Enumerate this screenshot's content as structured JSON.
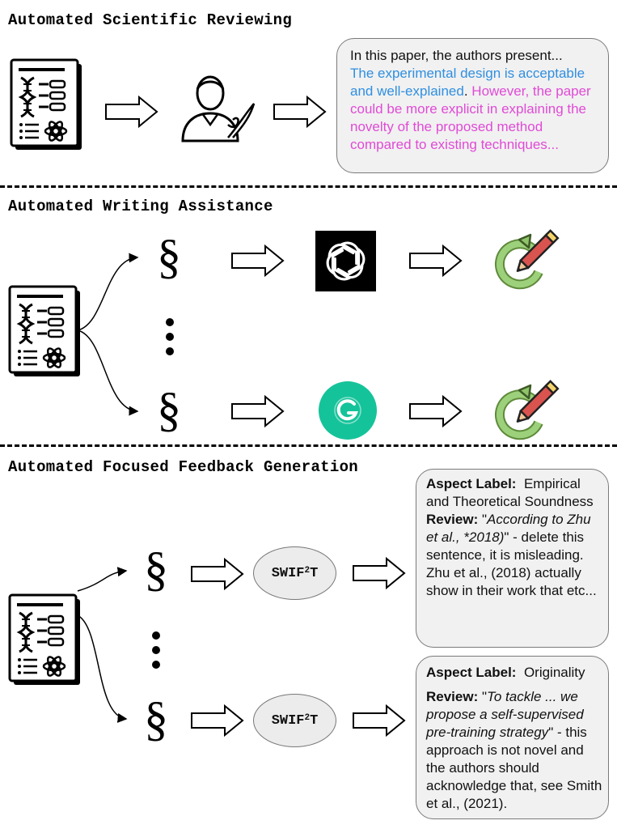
{
  "sections": {
    "reviewing": {
      "title": "Automated Scientific Reviewing"
    },
    "writing": {
      "title": "Automated Writing Assistance"
    },
    "feedback": {
      "title": "Automated Focused Feedback Generation"
    }
  },
  "review_bubble": {
    "line1": "In this paper, the authors present...",
    "positive": "The experimental design is acceptable and well-explained",
    "period": ".",
    "negative": "However, the paper could be more explicit in explaining the novelty of the proposed method compared to existing techniques..."
  },
  "section_symbol": "§",
  "model_name": {
    "base": "SWIF",
    "superscript": "2",
    "suffix": "T"
  },
  "feedback_1": {
    "aspect_key": "Aspect Label:",
    "aspect_value": "Empirical and Theoretical Soundness",
    "review_key": "Review:",
    "quote_open": "\"",
    "quote_text": "According to Zhu et al., *2018)",
    "quote_close": "\"",
    "rest": " -  delete this sentence, it is misleading. Zhu et al., (2018) actually show in their work that etc..."
  },
  "feedback_2": {
    "aspect_key": "Aspect Label:",
    "aspect_value": "Originality",
    "review_key": "Review:",
    "quote_open": "\"",
    "quote_text": "To tackle ... we propose a self-supervised pre-training strategy",
    "quote_close": "\"",
    "rest": " - this approach is not novel and the authors should acknowledge that, see Smith et al., (2021)."
  },
  "colors": {
    "positive_text": "#2f8fe0",
    "negative_text": "#e04ad6",
    "grammarly_green": "#15c39a",
    "openai_black": "#000000",
    "edit_icon_green": "#8fc46a",
    "pencil_red": "#d9534f"
  },
  "icons": [
    "paper-document-icon",
    "reviewer-icon",
    "right-arrow-icon",
    "openai-logo-icon",
    "grammarly-logo-icon",
    "edit-pencil-icon",
    "curved-arrow-icon"
  ]
}
